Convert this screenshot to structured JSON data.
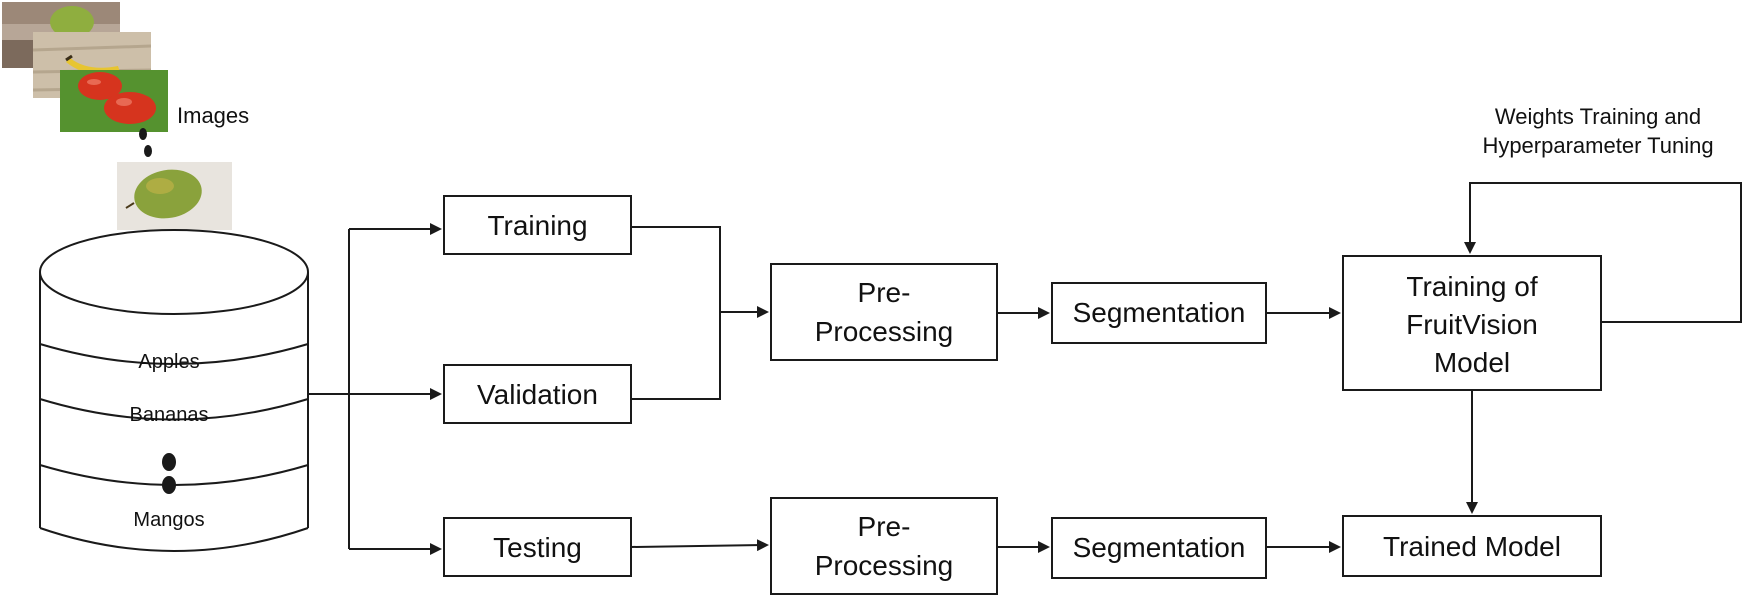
{
  "images_label": "Images",
  "database": {
    "sections": [
      "Apples",
      "Bananas",
      "Mangos"
    ]
  },
  "splits": {
    "training": "Training",
    "validation": "Validation",
    "testing": "Testing"
  },
  "pipeline_top": {
    "preprocessing": [
      "Pre-",
      "Processing"
    ],
    "segmentation": "Segmentation",
    "model": [
      "Training of",
      "FruitVision",
      "Model"
    ]
  },
  "pipeline_bottom": {
    "preprocessing": [
      "Pre-",
      "Processing"
    ],
    "segmentation": "Segmentation",
    "trained_model": "Trained Model"
  },
  "feedback": [
    "Weights Training and",
    "Hyperparameter Tuning"
  ],
  "colors": {
    "stroke": "#1a1a1a",
    "apple_red": "#d6341e",
    "grass_green": "#4f8a2a",
    "banana_yellow": "#e7c531",
    "mango_green": "#8aa23c",
    "wood": "#c9b9a0"
  }
}
